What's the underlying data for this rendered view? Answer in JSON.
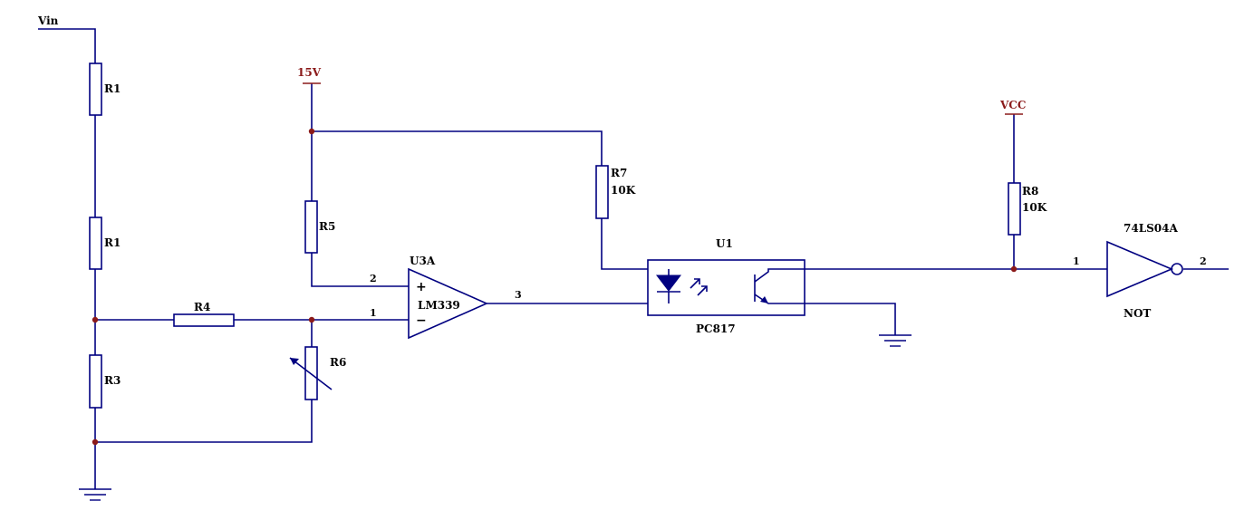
{
  "nets": {
    "vin": "Vin",
    "v15": "15V",
    "vcc": "VCC"
  },
  "components": {
    "r1_top": "R1",
    "r1_mid": "R1",
    "r3": "R3",
    "r4": "R4",
    "r5": "R5",
    "r6": "R6",
    "r7": "R7",
    "r7_value": "10K",
    "r8": "R8",
    "r8_value": "10K",
    "comparator_ref": "U3A",
    "comparator_part": "LM339",
    "comparator_plus": "+",
    "comparator_minus": "−",
    "opto_ref": "U1",
    "opto_part": "PC817",
    "inverter_ref": "74LS04A",
    "inverter_part": "NOT"
  },
  "pins": {
    "comp_plus": "2",
    "comp_minus": "1",
    "comp_out": "3",
    "inv_in": "1",
    "inv_out": "2"
  }
}
